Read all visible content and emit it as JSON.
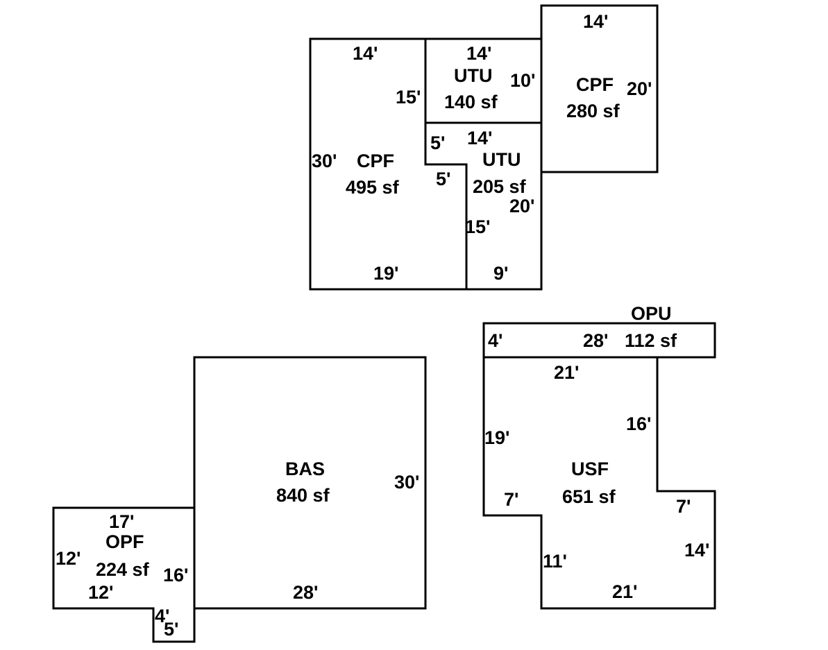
{
  "areas": [
    {
      "code": "CPF",
      "area": "495 sf",
      "dimensions": [
        "14'",
        "15'",
        "5'",
        "5'",
        "15'",
        "19'",
        "30'"
      ]
    },
    {
      "code": "UTU",
      "area": "140 sf",
      "dimensions": [
        "14'",
        "10'"
      ]
    },
    {
      "code": "CPF",
      "area": "280 sf",
      "dimensions": [
        "14'",
        "20'"
      ]
    },
    {
      "code": "UTU",
      "area": "205 sf",
      "dimensions": [
        "14'",
        "20'",
        "9'"
      ]
    },
    {
      "code": "OPU",
      "area": "112 sf",
      "dimensions": [
        "28'",
        "4'"
      ]
    },
    {
      "code": "BAS",
      "area": "840 sf",
      "dimensions": [
        "30'",
        "28'"
      ]
    },
    {
      "code": "USF",
      "area": "651 sf",
      "dimensions": [
        "21'",
        "16'",
        "7'",
        "14'",
        "21'",
        "11'",
        "7'",
        "19'"
      ]
    },
    {
      "code": "OPF",
      "area": "224 sf",
      "dimensions": [
        "17'",
        "12'",
        "16'",
        "12'",
        "4'",
        "5'"
      ]
    }
  ]
}
